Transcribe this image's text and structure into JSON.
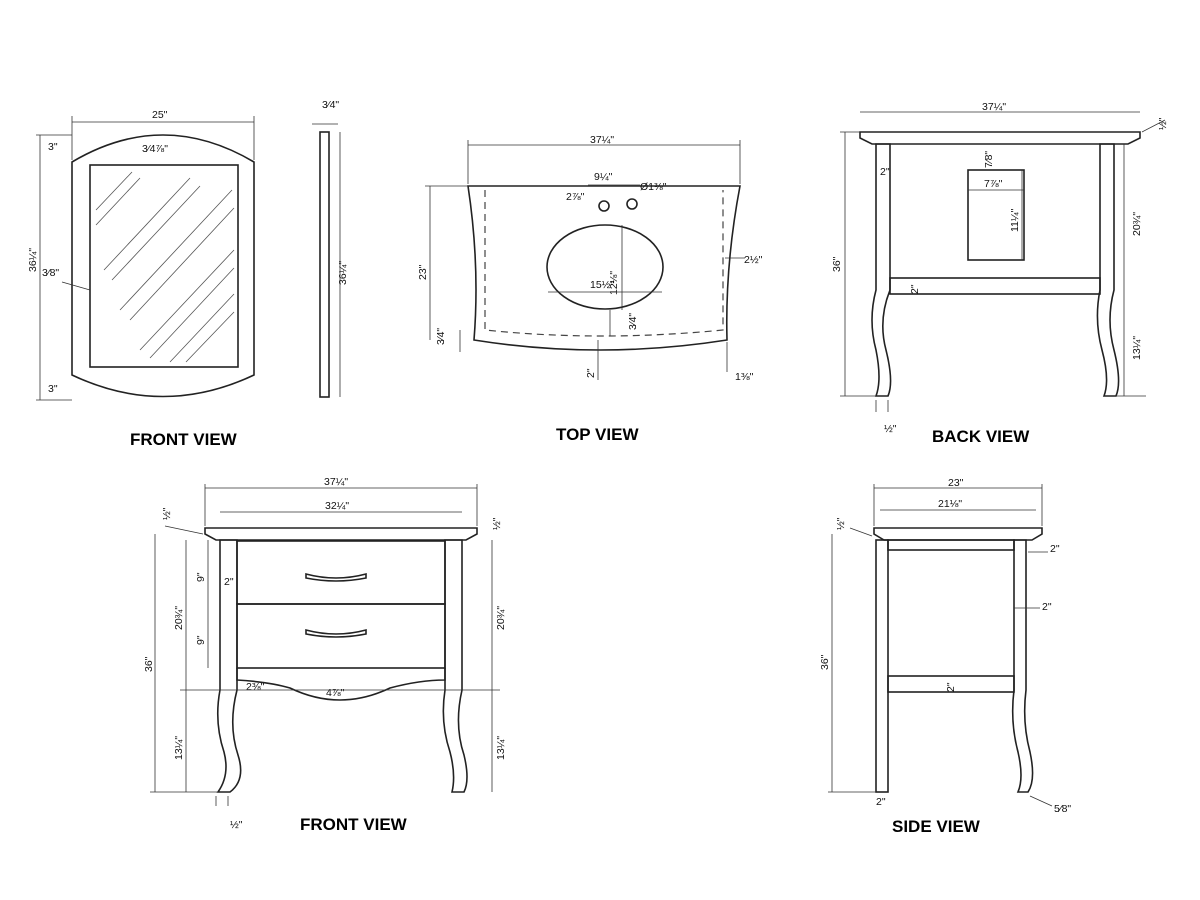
{
  "views": {
    "mirror_front": {
      "title": "FRONT VIEW",
      "dims": {
        "width": "25\"",
        "top_border": "3\"",
        "arch": "3⁄4⅞\"",
        "height": "36¼\"",
        "glass_inset": "3⁄8\"",
        "bottom_border": "3\""
      }
    },
    "mirror_side": {
      "dims": {
        "thickness": "3⁄4\"",
        "height": "36¼\""
      }
    },
    "top": {
      "title": "TOP VIEW",
      "dims": {
        "width": "37¼\"",
        "faucet_offset": "9¼\"",
        "hole_dia": "Ø1⅜\"",
        "hole_y": "2⅞\"",
        "depth": "23\"",
        "bowl_depth": "12⅛\"",
        "bowl_width": "15½\"",
        "side_overhang": "2½\"",
        "bowl_front": "3⁄4\"",
        "front_overhang": "3⁄4\"",
        "front_edge": "2\"",
        "corner": "1⅜\""
      }
    },
    "back": {
      "title": "BACK VIEW",
      "dims": {
        "width": "37¼\"",
        "top_thickness": "½\"",
        "leg_width": "2\"",
        "opening_top": "7⁄8\"",
        "opening_width": "7⅞\"",
        "opening_height": "11¼\"",
        "apron_height": "20¾\"",
        "overall_height": "36\"",
        "shelf": "2\"",
        "leg_height": "13¼\"",
        "foot": "½\""
      }
    },
    "front": {
      "title": "FRONT VIEW",
      "dims": {
        "width": "37¼\"",
        "inner_width": "32¼\"",
        "top_thickness": "½\"",
        "top_thickness_r": "½\"",
        "drawer1": "9\"",
        "drawer2": "9\"",
        "stile": "2\"",
        "apron_left": "20¾\"",
        "apron_right": "20¾\"",
        "overall_height": "36\"",
        "skirt_side": "2⅜\"",
        "skirt_center": "4⅞\"",
        "leg_left": "13¼\"",
        "leg_right": "13¼\"",
        "foot": "½\""
      }
    },
    "side": {
      "title": "SIDE VIEW",
      "dims": {
        "depth": "23\"",
        "inner_depth": "21⅛\"",
        "top_thickness": "½\"",
        "rail": "2\"",
        "leg": "2\"",
        "overall_height": "36\"",
        "stretcher": "2\"",
        "leg_bottom": "2\"",
        "foot": "5⁄8\""
      }
    }
  }
}
